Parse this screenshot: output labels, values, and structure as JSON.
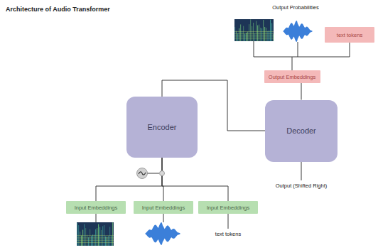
{
  "diagram": {
    "title": "Architecture of Audio Transformer",
    "nodes": [
      {
        "text": [
          "text tokens"
        ]
      },
      {
        "text": [
          "Output Embeddings"
        ]
      },
      {
        "text": [
          "Encoder"
        ]
      },
      {
        "text": [
          "Decoder"
        ]
      },
      {
        "text": [
          "Input Embeddings"
        ]
      },
      {
        "text": [
          "Input Embeddings"
        ]
      },
      {
        "text": [
          "Input Embeddings"
        ]
      }
    ],
    "edges": [
      {
        "from": 2,
        "to": 3,
        "arrow": "none"
      },
      {
        "from": 3,
        "to": 1,
        "arrow": "none"
      },
      {
        "from": 1,
        "to": 0,
        "arrow": "none"
      },
      {
        "from": 4,
        "to": 2,
        "arrow": "none"
      },
      {
        "from": 5,
        "to": 2,
        "arrow": "none"
      },
      {
        "from": 6,
        "to": 2,
        "arrow": "none"
      }
    ],
    "labels": [
      "Output Probabilities",
      "Output (Shifted Right)",
      "text tokens"
    ]
  }
}
